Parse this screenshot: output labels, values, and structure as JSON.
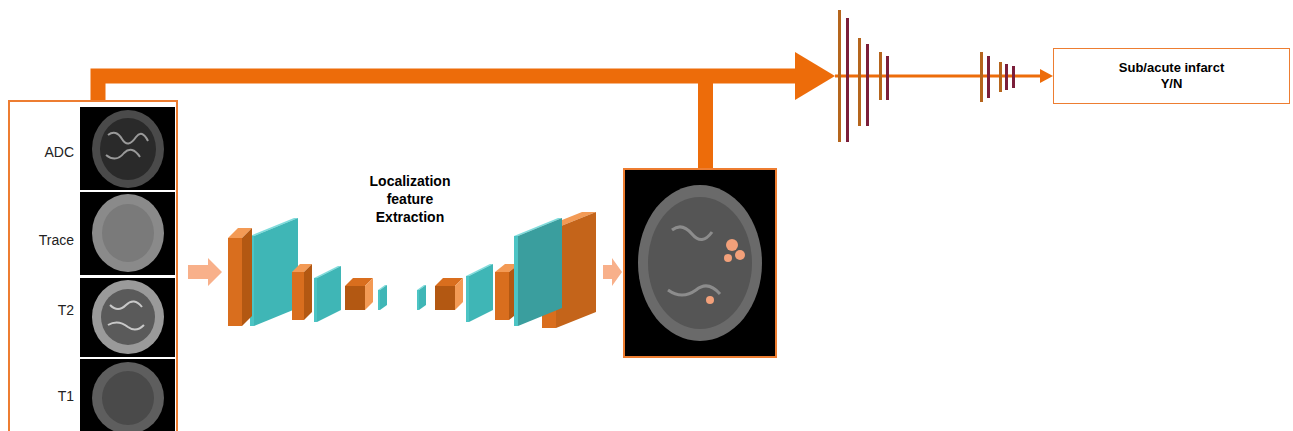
{
  "diagram": {
    "nodes": [
      {
        "text": [
          "ADC",
          "Trace",
          "T2",
          "T1"
        ]
      },
      {
        "text": [
          "Sub/acute infarct Y/N"
        ]
      }
    ],
    "edges": [
      {
        "from": 0,
        "to": 1,
        "arrow": "to"
      }
    ],
    "labels": [
      "Localization feature Extraction"
    ]
  }
}
